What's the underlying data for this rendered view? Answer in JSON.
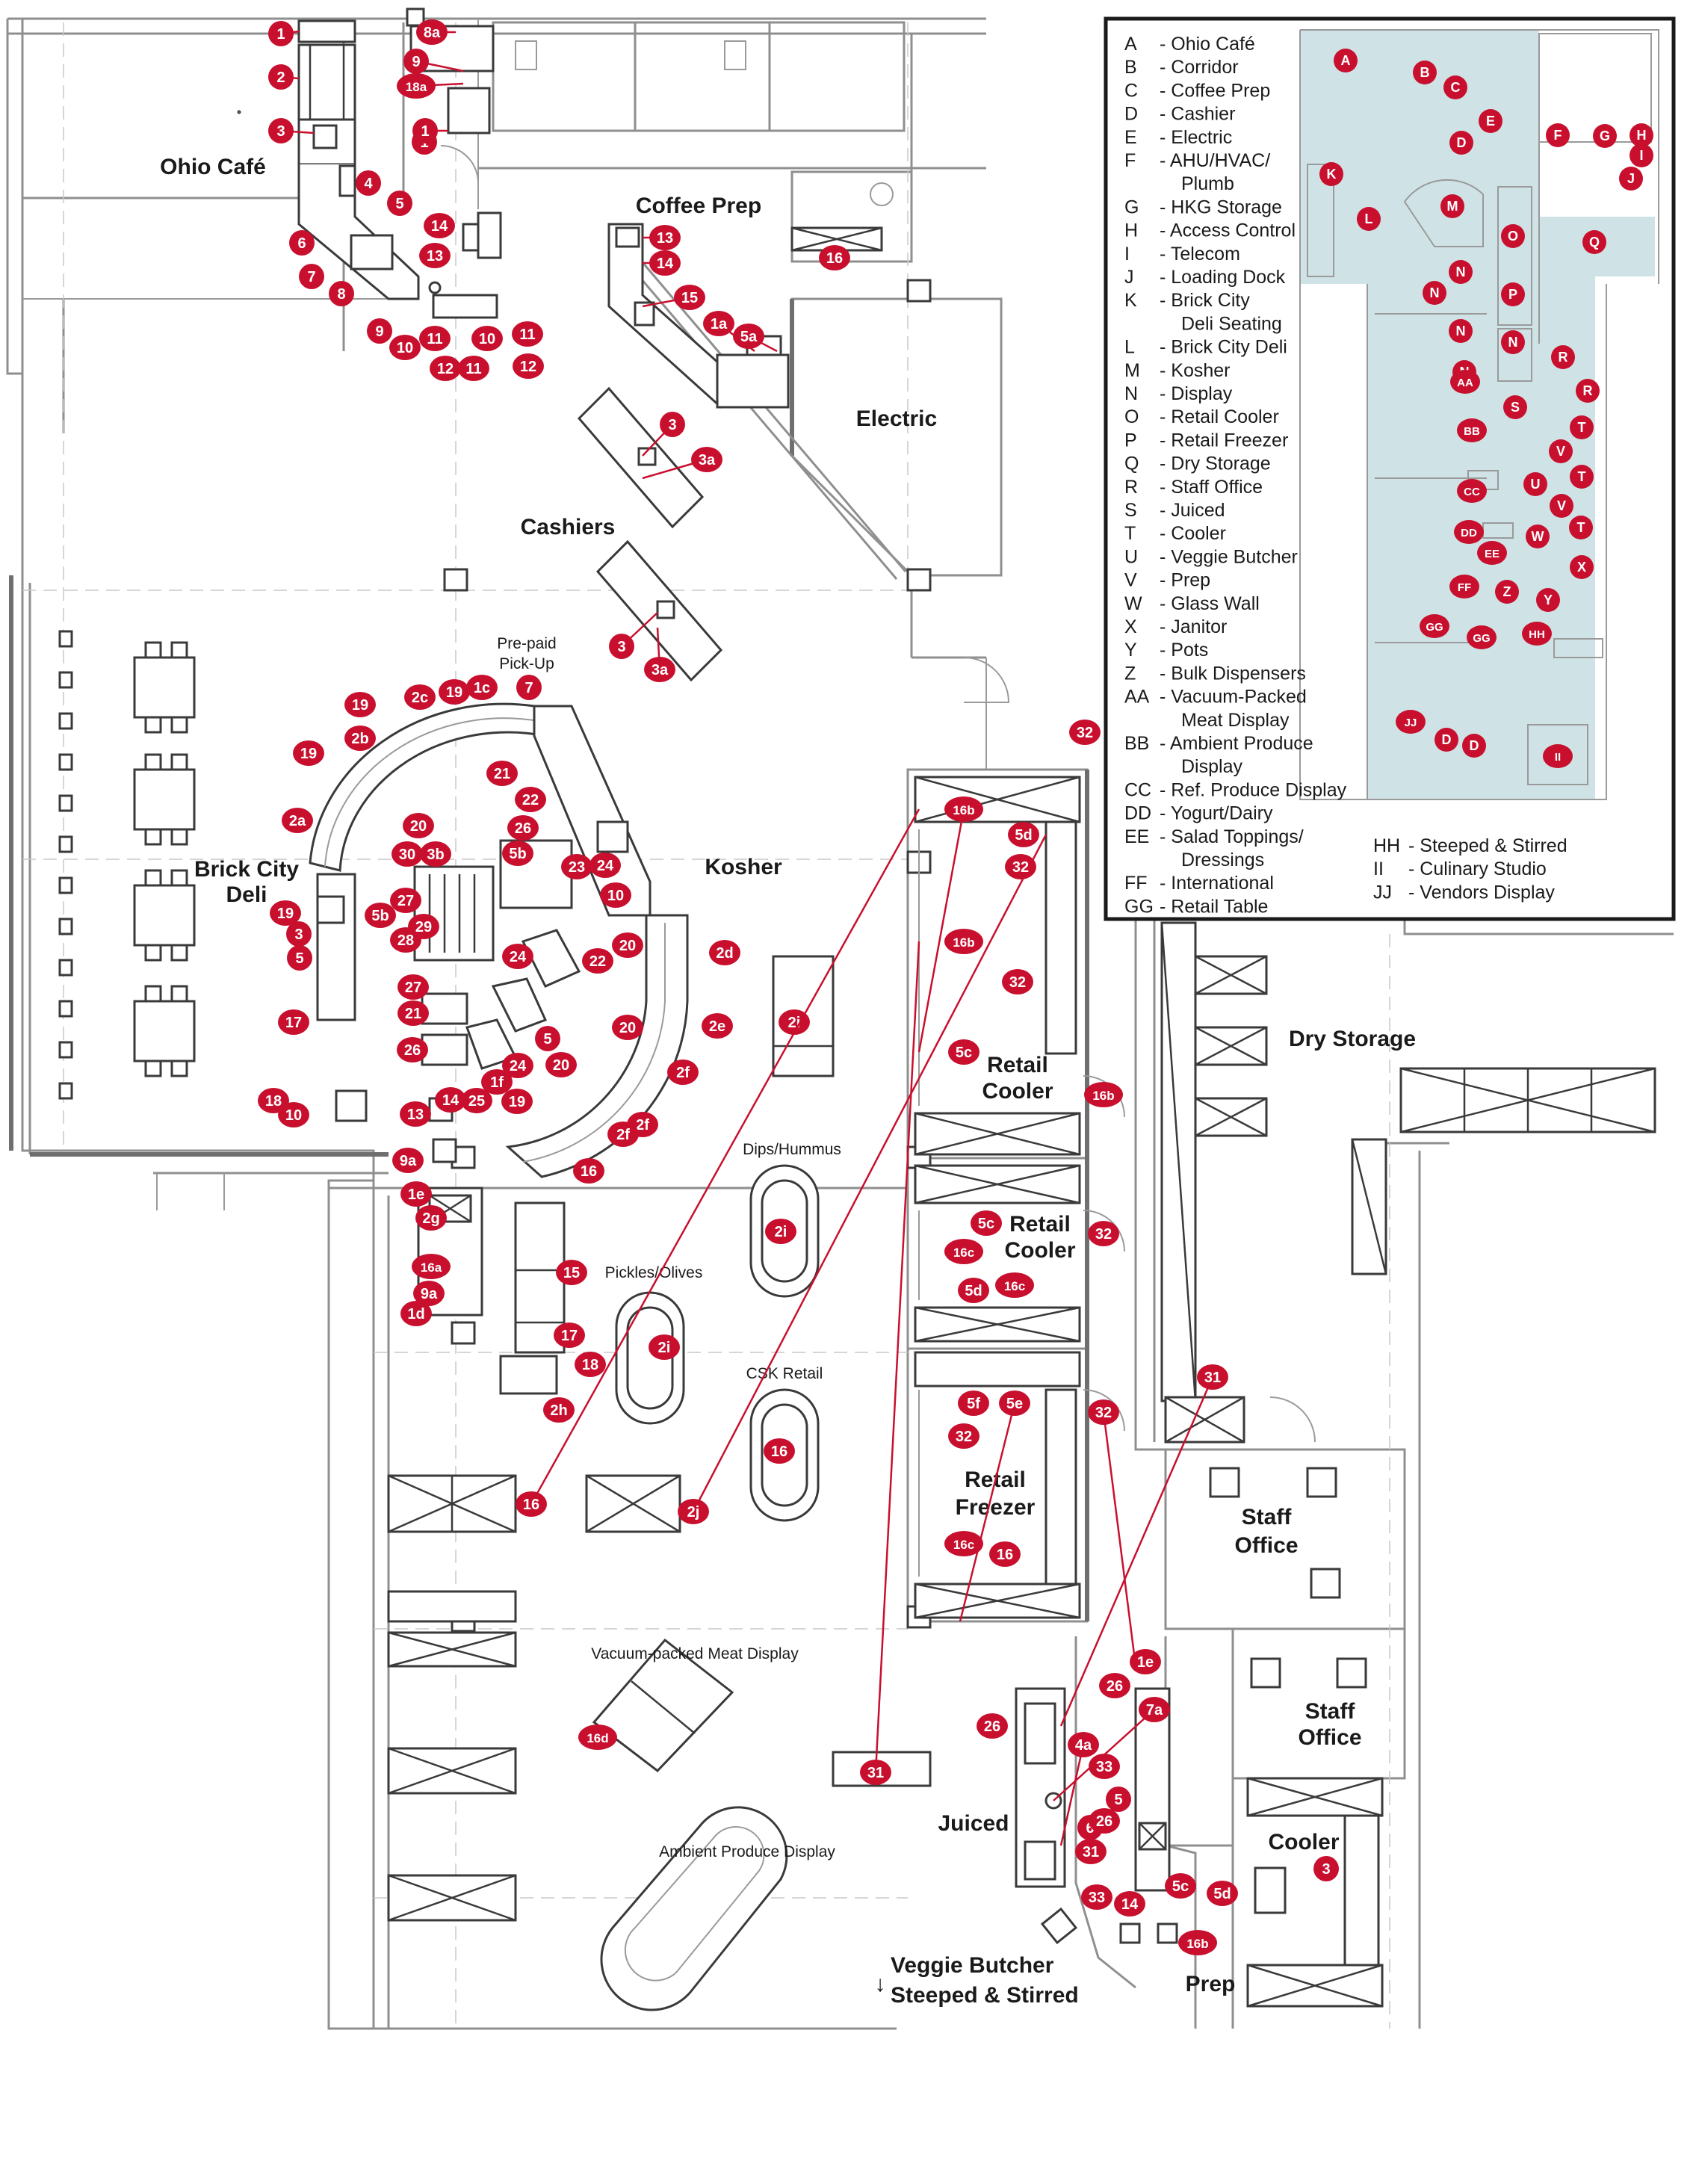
{
  "rooms": [
    {
      "id": "ohio_cafe",
      "text": "Ohio Café"
    },
    {
      "id": "coffee_prep",
      "text": "Coffee Prep"
    },
    {
      "id": "cashiers",
      "text": "Cashiers"
    },
    {
      "id": "electric",
      "text": "Electric"
    },
    {
      "id": "brick_city_deli_1",
      "text": "Brick City"
    },
    {
      "id": "brick_city_deli_2",
      "text": "Deli"
    },
    {
      "id": "kosher",
      "text": "Kosher"
    },
    {
      "id": "dry_storage",
      "text": "Dry Storage"
    },
    {
      "id": "retail_cooler_a_1",
      "text": "Retail"
    },
    {
      "id": "retail_cooler_a_2",
      "text": "Cooler"
    },
    {
      "id": "retail_cooler_b_1",
      "text": "Retail"
    },
    {
      "id": "retail_cooler_b_2",
      "text": "Cooler"
    },
    {
      "id": "retail_freezer_1",
      "text": "Retail"
    },
    {
      "id": "retail_freezer_2",
      "text": "Freezer"
    },
    {
      "id": "staff_office_a_1",
      "text": "Staff"
    },
    {
      "id": "staff_office_a_2",
      "text": "Office"
    },
    {
      "id": "staff_office_b_1",
      "text": "Staff"
    },
    {
      "id": "staff_office_b_2",
      "text": "Office"
    },
    {
      "id": "cooler",
      "text": "Cooler"
    },
    {
      "id": "juiced",
      "text": "Juiced"
    },
    {
      "id": "prep",
      "text": "Prep"
    },
    {
      "id": "veggie_butcher",
      "text": "Veggie Butcher"
    },
    {
      "id": "steeped_stirred",
      "text": "Steeped & Stirred"
    }
  ],
  "labels": [
    {
      "id": "prepaid_1",
      "text": "Pre-paid"
    },
    {
      "id": "prepaid_2",
      "text": "Pick-Up"
    },
    {
      "id": "dips",
      "text": "Dips/Hummus"
    },
    {
      "id": "pickles",
      "text": "Pickles/Olives"
    },
    {
      "id": "csk",
      "text": "CSK Retail"
    },
    {
      "id": "vacuum",
      "text": "Vacuum-packed Meat Display"
    },
    {
      "id": "ambient",
      "text": "Ambient Produce Display"
    }
  ],
  "direction_arrow": "↓",
  "tags": [
    "1",
    "2",
    "3",
    "1",
    "8a",
    "9",
    "18a",
    "1",
    "4",
    "5",
    "6",
    "7",
    "8",
    "14",
    "13",
    "9",
    "10",
    "11",
    "12",
    "11",
    "10",
    "12",
    "11",
    "13",
    "14",
    "15",
    "1a",
    "5a",
    "16",
    "3",
    "3a",
    "3",
    "3a",
    "7",
    "1c",
    "19",
    "2c",
    "19",
    "2b",
    "19",
    "21",
    "22",
    "2a",
    "20",
    "30",
    "3b",
    "26",
    "5b",
    "23",
    "24",
    "10",
    "19",
    "3",
    "5",
    "27",
    "28",
    "29",
    "5b",
    "24",
    "22",
    "27",
    "21",
    "26",
    "24",
    "5",
    "1f",
    "20",
    "2d",
    "20",
    "2e",
    "20",
    "2f",
    "19",
    "2f",
    "2f",
    "16",
    "17",
    "18",
    "10",
    "13",
    "14",
    "25",
    "9a",
    "1e",
    "2g",
    "15",
    "16a",
    "9a",
    "1d",
    "17",
    "18",
    "2h",
    "2i",
    "2i",
    "2i",
    "16",
    "16",
    "2j",
    "16d",
    "31",
    "32",
    "16b",
    "5d",
    "32",
    "16b",
    "32",
    "5c",
    "16b",
    "5c",
    "32",
    "16c",
    "5d",
    "16c",
    "5f",
    "5e",
    "32",
    "32",
    "16c",
    "16",
    "31",
    "1e",
    "26",
    "7a",
    "26",
    "4a",
    "33",
    "6",
    "5",
    "26",
    "31",
    "5c",
    "5d",
    "3",
    "33",
    "14",
    "16b"
  ],
  "key_tags": [
    "A",
    "B",
    "C",
    "D",
    "E",
    "F",
    "G",
    "H",
    "I",
    "J",
    "K",
    "L",
    "M",
    "N",
    "N",
    "N",
    "N",
    "O",
    "P",
    "N",
    "R",
    "AA",
    "R",
    "S",
    "T",
    "BB",
    "T",
    "V",
    "U",
    "V",
    "CC",
    "T",
    "W",
    "DD",
    "EE",
    "X",
    "FF",
    "Z",
    "Y",
    "GG",
    "GG",
    "HH",
    "JJ",
    "D",
    "D",
    "II",
    "Q"
  ],
  "legend_left": [
    {
      "code": "A",
      "name": "Ohio Café"
    },
    {
      "code": "B",
      "name": "Corridor"
    },
    {
      "code": "C",
      "name": "Coffee Prep"
    },
    {
      "code": "D",
      "name": "Cashier"
    },
    {
      "code": "E",
      "name": "Electric"
    },
    {
      "code": "F",
      "name": "AHU/HVAC/",
      "name2": "Plumb"
    },
    {
      "code": "G",
      "name": "HKG Storage"
    },
    {
      "code": "H",
      "name": "Access Control"
    },
    {
      "code": "I",
      "name": "Telecom"
    },
    {
      "code": "J",
      "name": "Loading Dock"
    },
    {
      "code": "K",
      "name": "Brick City",
      "name2": "Deli Seating"
    },
    {
      "code": "L",
      "name": "Brick City Deli"
    },
    {
      "code": "M",
      "name": "Kosher"
    },
    {
      "code": "N",
      "name": "Display"
    },
    {
      "code": "O",
      "name": "Retail Cooler"
    },
    {
      "code": "P",
      "name": "Retail Freezer"
    },
    {
      "code": "Q",
      "name": "Dry Storage"
    },
    {
      "code": "R",
      "name": "Staff Office"
    },
    {
      "code": "S",
      "name": "Juiced"
    },
    {
      "code": "T",
      "name": "Cooler"
    },
    {
      "code": "U",
      "name": "Veggie Butcher"
    },
    {
      "code": "V",
      "name": "Prep"
    },
    {
      "code": "W",
      "name": "Glass Wall"
    },
    {
      "code": "X",
      "name": "Janitor"
    },
    {
      "code": "Y",
      "name": "Pots"
    },
    {
      "code": "Z",
      "name": "Bulk Dispensers"
    },
    {
      "code": "AA",
      "name": "Vacuum-Packed",
      "name2": "Meat Display"
    },
    {
      "code": "BB",
      "name": "Ambient Produce",
      "name2": "Display"
    },
    {
      "code": "CC",
      "name": "Ref. Produce Display"
    },
    {
      "code": "DD",
      "name": "Yogurt/Dairy"
    },
    {
      "code": "EE",
      "name": "Salad Toppings/",
      "name2": "Dressings"
    },
    {
      "code": "FF",
      "name": "International"
    },
    {
      "code": "GG",
      "name": "Retail Table"
    }
  ],
  "legend_right": [
    {
      "code": "HH",
      "name": "Steeped & Stirred"
    },
    {
      "code": "II",
      "name": "Culinary Studio"
    },
    {
      "code": "JJ",
      "name": "Vendors Display"
    }
  ],
  "colors": {
    "tag": "#c8102e",
    "walls": "#8f8f8f",
    "fixtures": "#3a3a3a",
    "key_shade": "#cfe3e6"
  }
}
